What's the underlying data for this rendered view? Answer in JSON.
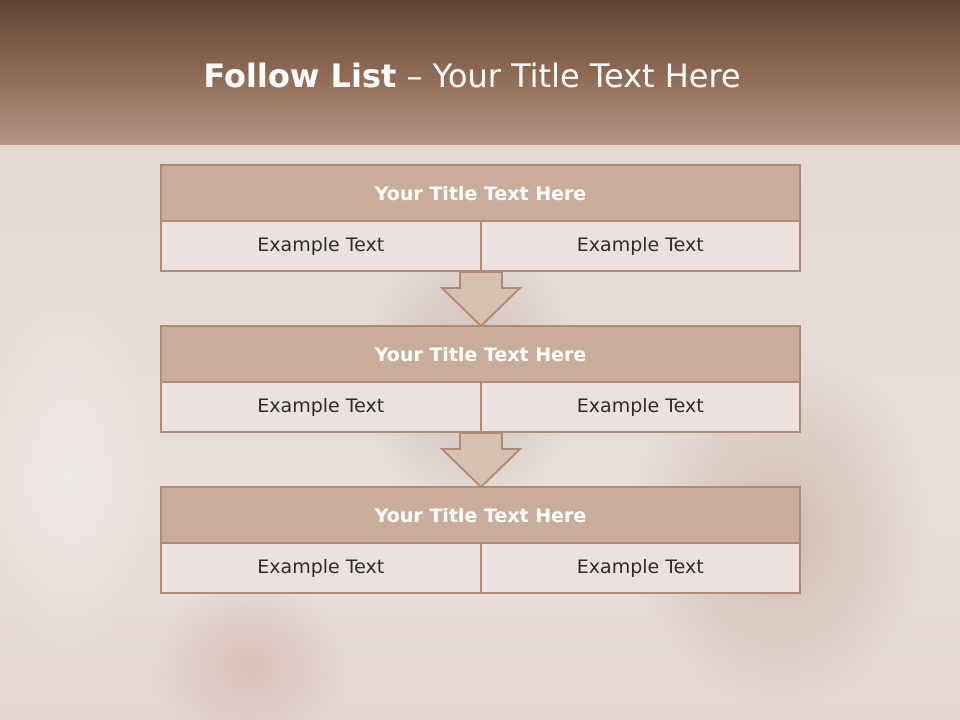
{
  "slide": {
    "title_bold": "Follow List",
    "title_rest": " – Your Title Text Here"
  },
  "blocks": [
    {
      "title": "Your Title Text Here",
      "cells": [
        "Example Text",
        "Example Text"
      ]
    },
    {
      "title": "Your Title Text Here",
      "cells": [
        "Example Text",
        "Example Text"
      ]
    },
    {
      "title": "Your Title Text Here",
      "cells": [
        "Example Text",
        "Example Text"
      ]
    }
  ],
  "colors": {
    "header_dark": "#604535",
    "header_light": "#b39483",
    "block_title_fill": "#c9ad9a",
    "cell_fill": "#ebe1de",
    "border": "#b08a72"
  },
  "icons": [
    "down-arrow-icon",
    "down-arrow-icon"
  ]
}
